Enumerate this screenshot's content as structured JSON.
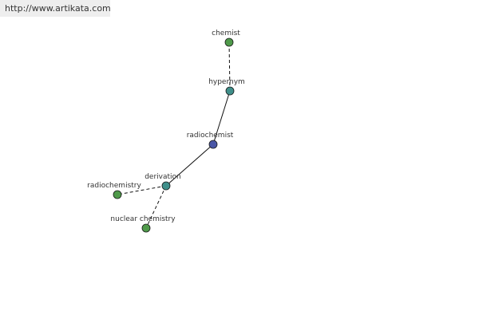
{
  "watermark": {
    "url": "http://www.artikata.com"
  },
  "graph": {
    "colors": {
      "root_node": "#4a56a6",
      "relation_node": "#3f8f8a",
      "leaf_node": "#4f9a4a",
      "edge": "#111111",
      "label": "#333333"
    },
    "nodes": [
      {
        "id": "radiochemist",
        "label": "radiochemist",
        "kind": "root"
      },
      {
        "id": "hypernym",
        "label": "hypernym",
        "kind": "relation"
      },
      {
        "id": "chemist",
        "label": "chemist",
        "kind": "leaf"
      },
      {
        "id": "derivation",
        "label": "derivation",
        "kind": "relation"
      },
      {
        "id": "radiochemistry",
        "label": "radiochemistry",
        "kind": "leaf"
      },
      {
        "id": "nuclear-chemistry",
        "label": "nuclear chemistry",
        "kind": "leaf"
      }
    ],
    "edges": [
      {
        "from": "radiochemist",
        "to": "hypernym",
        "style": "solid"
      },
      {
        "from": "hypernym",
        "to": "chemist",
        "style": "dashed"
      },
      {
        "from": "radiochemist",
        "to": "derivation",
        "style": "solid"
      },
      {
        "from": "derivation",
        "to": "radiochemistry",
        "style": "dashed"
      },
      {
        "from": "derivation",
        "to": "nuclear-chemistry",
        "style": "dashed"
      }
    ]
  }
}
